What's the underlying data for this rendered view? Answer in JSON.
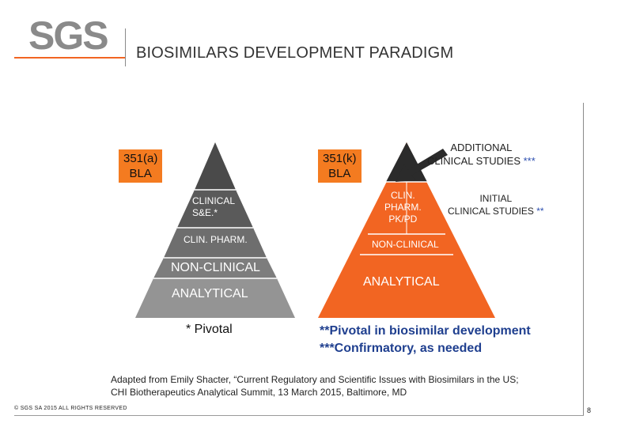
{
  "header": {
    "logo_text": "SGS",
    "title": "BIOSIMILARS DEVELOPMENT PARADIGM"
  },
  "left_pyramid": {
    "badge_line1": "351(a)",
    "badge_line2": "BLA",
    "clinical_line1": "CLINICAL",
    "clinical_line2": "S&E.*",
    "clin_pharm": "CLIN. PHARM.",
    "non_clinical": "NON-CLINICAL",
    "analytical": "ANALYTICAL",
    "footnote": "* Pivotal",
    "colors": {
      "top": "#4a4a4a",
      "upper_mid": "#666666",
      "lower_mid": "#8a8a8a",
      "base": "#9a9a9a"
    }
  },
  "right_pyramid": {
    "badge_line1": "351(k)",
    "badge_line2": "BLA",
    "clin_pharm_line1": "CLIN.",
    "clin_pharm_line2": "PHARM.",
    "clin_pharm_line3": "PK/PD",
    "non_clinical": "NON-CLINICAL",
    "analytical": "ANALYTICAL",
    "additional_line1": "ADDITIONAL",
    "additional_line2": "CLINICAL STUDIES",
    "additional_stars": "***",
    "initial_line1": "INITIAL",
    "initial_line2": "CLINICAL STUDIES",
    "initial_stars": "**",
    "footnote_line1": "**Pivotal in biosimilar development",
    "footnote_line2": "***Confirmatory, as needed",
    "colors": {
      "top": "#2a2a2a",
      "body": "#f26522",
      "accent": "#f47b20"
    }
  },
  "source": {
    "line1": "Adapted from Emily Shacter, “Current Regulatory and Scientific Issues with Biosimilars in the US;",
    "line2": "CHI Biotherapeutics Analytical Summit, 13 March 2015, Baltimore, MD"
  },
  "footer": {
    "copyright": "© SGS SA 2015 ALL RIGHTS RESERVED",
    "page_number": "8"
  }
}
